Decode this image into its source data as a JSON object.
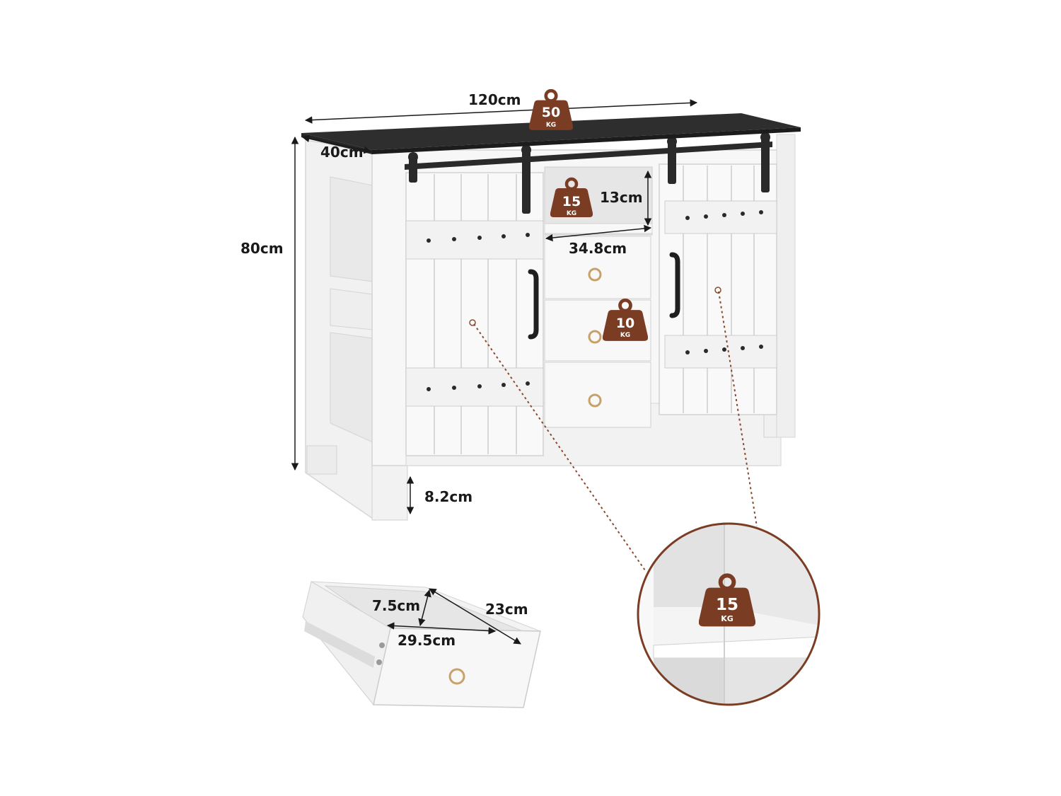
{
  "colors": {
    "top": "#2e2e2e",
    "body": "#f4f4f4",
    "shade": "#e2e2e2",
    "line": "#c8c8c8",
    "hardware": "#222222",
    "weight_badge": "#7a3d24",
    "dotted_leader": "#8a4a2e",
    "handle_gold": "#c8a06a"
  },
  "dimensions": {
    "width": "120cm",
    "depth": "40cm",
    "height": "80cm",
    "shelf_height": "13cm",
    "shelf_width": "34.8cm",
    "leg_height": "8.2cm",
    "drawer_height": "7.5cm",
    "drawer_width": "29.5cm",
    "drawer_depth": "23cm"
  },
  "weights": {
    "top": {
      "value": "50",
      "unit": "KG"
    },
    "shelf": {
      "value": "15",
      "unit": "KG"
    },
    "drawer": {
      "value": "10",
      "unit": "KG"
    },
    "inner_shelf": {
      "value": "15",
      "unit": "KG"
    }
  },
  "icons": [
    "weight-icon",
    "dimension-arrow-icon",
    "ring-pull-handle-icon",
    "bar-handle-icon",
    "barn-door-roller-icon"
  ]
}
